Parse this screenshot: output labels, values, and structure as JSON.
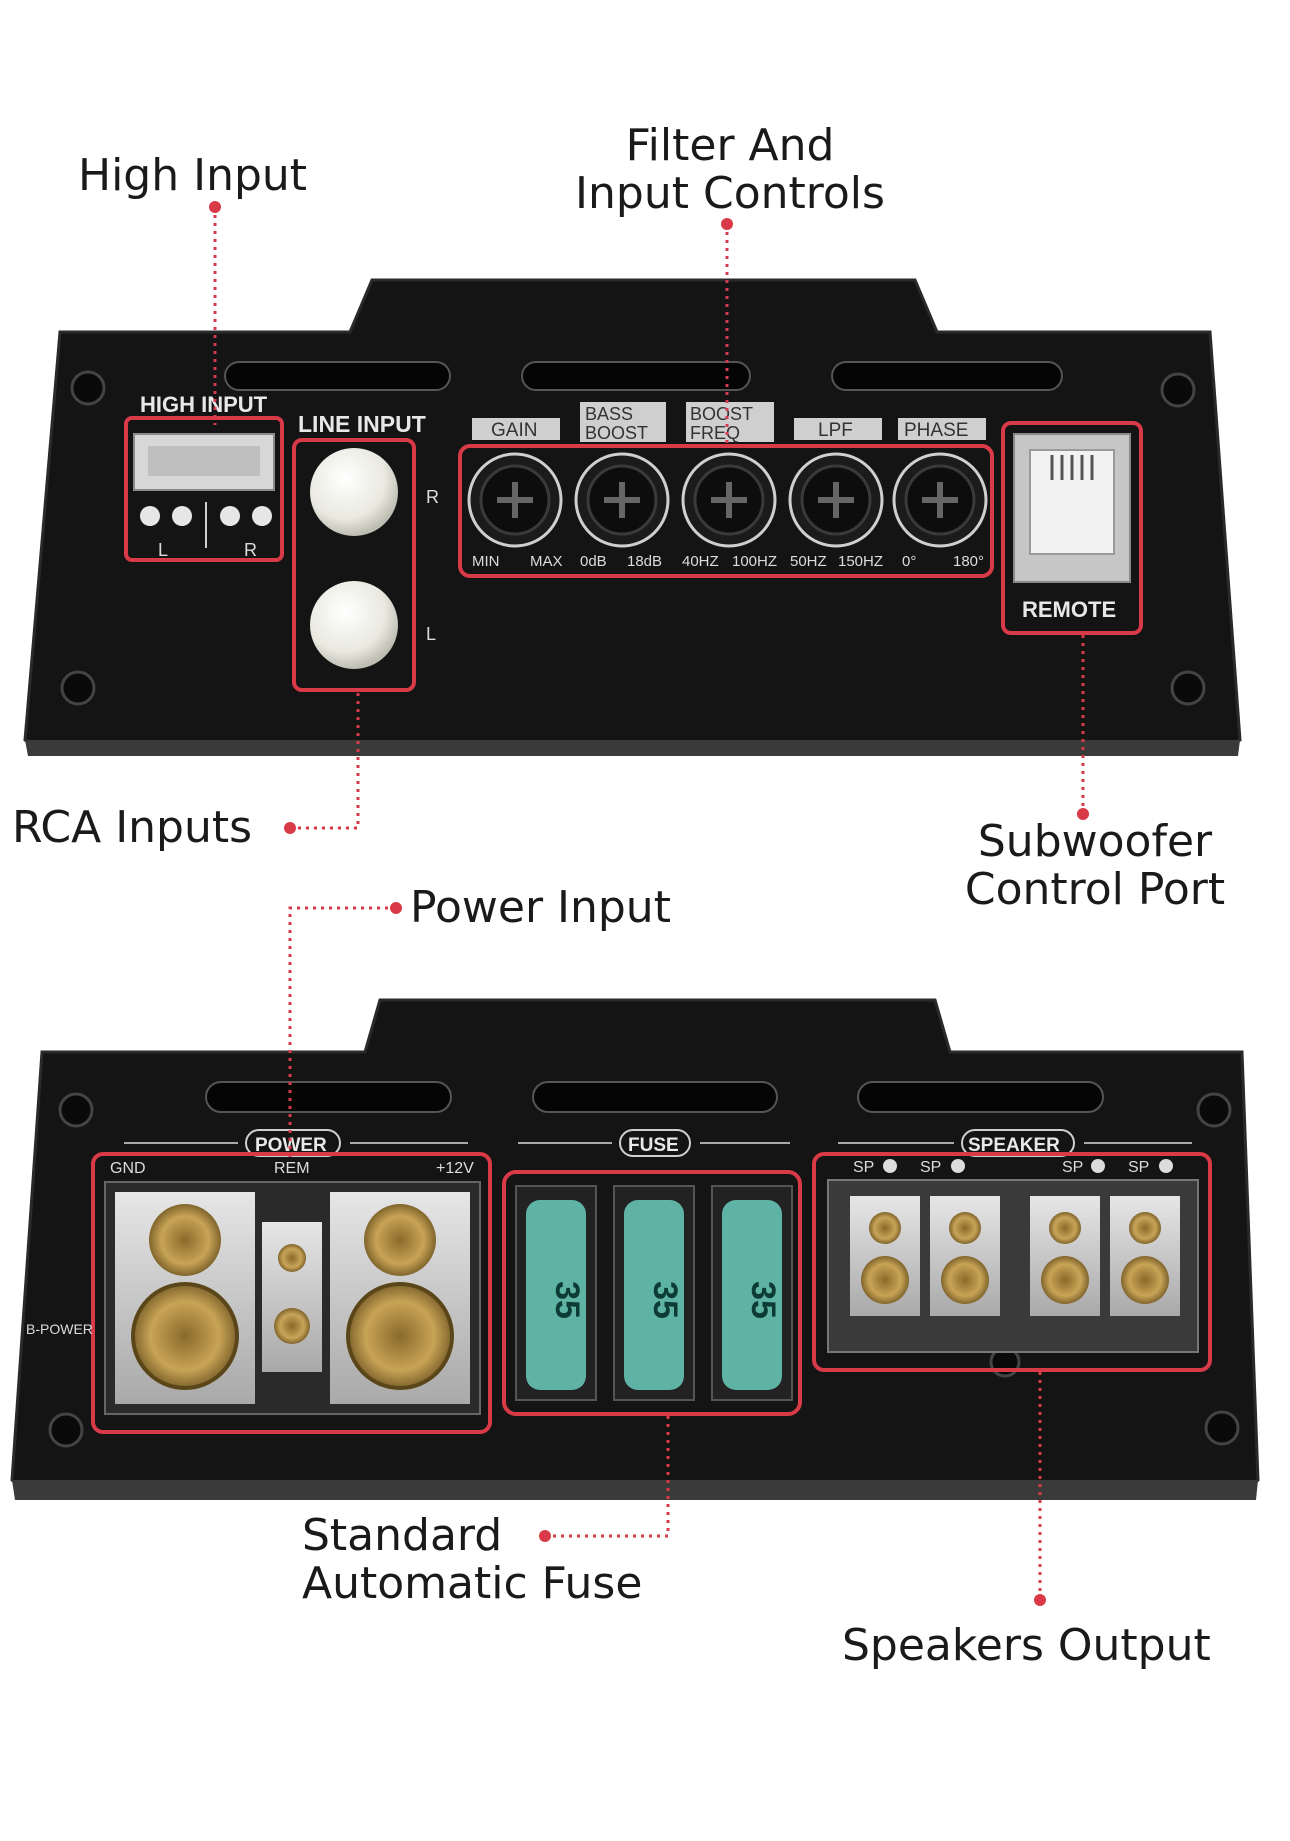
{
  "callouts": {
    "high_input": "High Input",
    "filter_line1": "Filter And",
    "filter_line2": "Input Controls",
    "rca_inputs": "RCA Inputs",
    "sub_line1": "Subwoofer",
    "sub_line2": "Control Port",
    "power_input": "Power Input",
    "fuse_line1": "Standard",
    "fuse_line2": "Automatic Fuse",
    "speakers_output": "Speakers Output"
  },
  "top_panel": {
    "high_input_label": "HIGH INPUT",
    "high_input_left": "L",
    "high_input_right": "R",
    "line_input_label": "LINE INPUT",
    "rca_right": "R",
    "rca_left": "L",
    "knobs": [
      {
        "label1": "GAIN",
        "label2": "",
        "min": "MIN",
        "max": "MAX"
      },
      {
        "label1": "BASS",
        "label2": "BOOST",
        "min": "0dB",
        "max": "18dB"
      },
      {
        "label1": "BOOST",
        "label2": "FREQ",
        "min": "40HZ",
        "max": "100HZ"
      },
      {
        "label1": "LPF",
        "label2": "",
        "min": "50HZ",
        "max": "150HZ"
      },
      {
        "label1": "PHASE",
        "label2": "",
        "min": "0°",
        "max": "180°"
      }
    ],
    "remote_label": "REMOTE"
  },
  "bottom_panel": {
    "power_label": "POWER",
    "gnd": "GND",
    "rem": "REM",
    "plus12v": "+12V",
    "b_power": "B-POWER",
    "fuse_label": "FUSE",
    "fuse_rating": "35",
    "speaker_label": "SPEAKER",
    "sp_terminals": [
      "SP",
      "SP",
      "SP",
      "SP"
    ]
  },
  "colors": {
    "highlight": "#d93a48",
    "panel": "#141414",
    "fuse": "#5fb3a4"
  }
}
